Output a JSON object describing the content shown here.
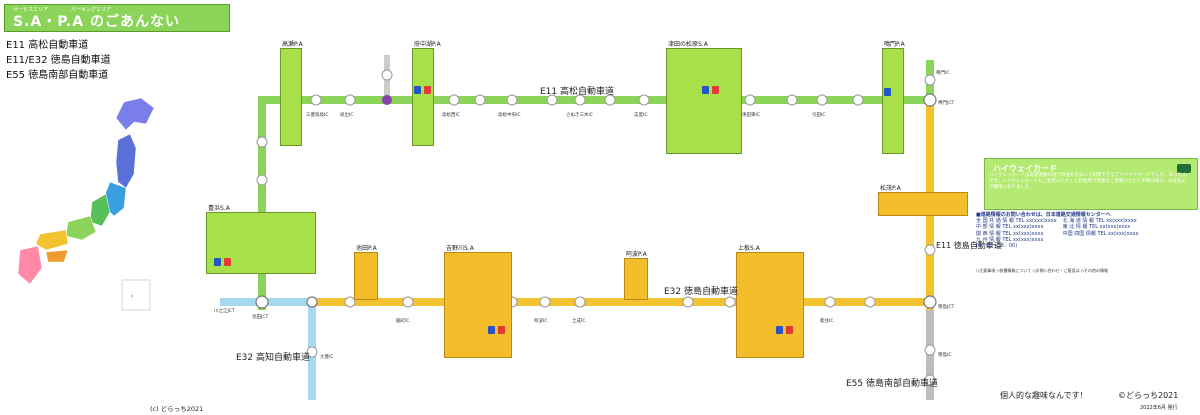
{
  "title": {
    "text": "S.A・P.A のごあんない",
    "ruby_sa": "サービスエリア",
    "ruby_pa": "パーキングエリア"
  },
  "routes": [
    "E11 高松自動車道",
    "E11/E32 徳島自動車道",
    "E55 徳島南部自動車道"
  ],
  "highways": {
    "e11": "E11 高松自動車道",
    "e32_tokushima": "E32 徳島自動車道",
    "e32_kochi": "E32 高知自動車道",
    "e55": "E55 徳島南部自動車道",
    "e11_tokushima": "E11 徳島自動車道"
  },
  "service_areas": {
    "takase": "高瀬P.A",
    "fuchu": "府中湖P.A",
    "tsuda": "津田の松原S.A",
    "naruto": "鳴門P.A",
    "matsushige": "松茂P.A",
    "yoshinogawa": "吉野川S.A",
    "ikeda": "池田P.A",
    "toyohama": "豊浜S.A",
    "awa": "阿波P.A",
    "kamiita": "上板S.A"
  },
  "interchanges": {
    "ikeda": "池田JCT",
    "kawanoe": "川之江JCT",
    "mino": "三豊鳥坂IC",
    "sakaide": "坂出IC",
    "takamatsu_nishi": "高松西IC",
    "takamatsu_chuo": "高松中央IC",
    "sanuki": "さぬき三木IC",
    "shido": "志度IC",
    "tsuda": "津田東IC",
    "hiketa": "引田IC",
    "naruto": "鳴門IC",
    "tokushima": "徳島IC",
    "wakimachi": "脇町IC",
    "awa": "阿波IC",
    "donari": "土成IC",
    "fujii": "藍住IC",
    "otsu": "大豊IC",
    "tokushima_jct": "徳島JCT",
    "naruto_jct": "鳴門JCT"
  },
  "info": {
    "highway_card_title": "ハイウェイカード",
    "highway_card_body": "ハイウェイカードは高速道路の通行料金の支払いで利用できるプリペイドカードでした。あったんです。ハイウェイカードもご利用いただくと料金所で現金をご用意いただく手間が省け、お支払いが簡単になりました。",
    "phone_title": "■道路情報のお問い合わせは、日本道路交通情報センターへ",
    "phones": [
      "全 国 共 通 情 報  TEL xx(xxx)xxxx",
      "中 部 情 報  TEL xx(xxx)xxxx",
      "関 西 情 報  TEL xx(xxx)xxxx",
      "九 州 情 報  TEL xx(xxx)xxxx"
    ],
    "phones_right": [
      "北 海 道 情 報  TEL xx(xxx)xxxx",
      "東 北 情 報  TEL xx(xxx)xxxx",
      "中国 四国 情報  TEL xx(xxx)xxxx"
    ],
    "hours_note": "(9：00〜18：00)",
    "notes": "◇注意事項 ◇各種情報について ◇お問い合わせ・ご意見は ◇その他の情報"
  },
  "footer": {
    "credit_left": "(c) どらっち2021",
    "hobby": "個人的な趣味なんです！",
    "credit_right": "©どらっち2021",
    "date": "2022年6月 発行"
  },
  "colors": {
    "e11": "#8cd35a",
    "e32": "#f2c230",
    "kochi": "#a6d8f0",
    "e55": "#bdbdbd"
  }
}
